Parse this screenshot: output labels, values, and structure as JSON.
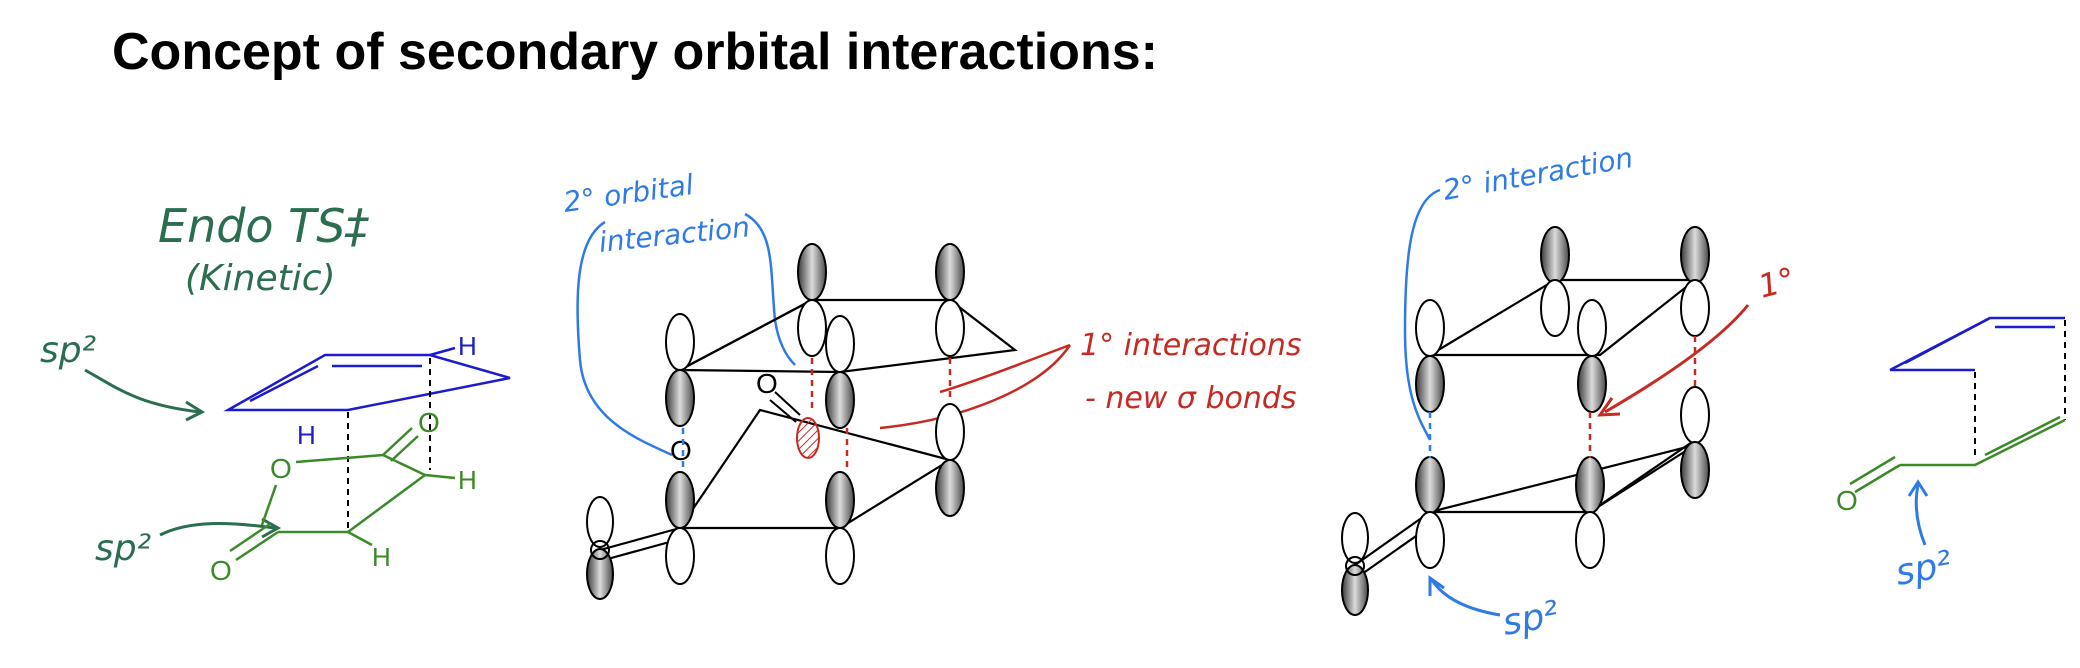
{
  "title": "Concept of secondary orbital interactions:",
  "colors": {
    "green": "#2a6e4f",
    "blue": "#2f7be6",
    "red": "#c62a23",
    "dark_blue": "#1c1ccc",
    "olive_green": "#3a8a27",
    "black": "#000000"
  },
  "annotations": {
    "endo_ts": "Endo TS‡",
    "kinetic": "(Kinetic)",
    "sp2_top_left": "sp²",
    "sp2_bottom_left": "sp²",
    "secondary_orbital_line1": "2° orbital",
    "secondary_orbital_line2": "interaction",
    "primary_interactions": "1° interactions",
    "new_sigma_bonds": "- new σ bonds",
    "secondary_interaction": "2° interaction",
    "primary_short": "1°",
    "sp2_bottom_middle": "sp²",
    "sp2_bottom_right": "sp²"
  },
  "atom_labels": {
    "H_diene_right": "H",
    "H_diene_left": "H",
    "O_carbonyl_top": "O",
    "O_ring": "O",
    "H_dienophile_right": "H",
    "H_dienophile_bottom": "H",
    "O_carbonyl_bottom": "O",
    "O_orbital_upper": "O",
    "O_orbital_lower": "O",
    "O_acrolein": "O"
  }
}
